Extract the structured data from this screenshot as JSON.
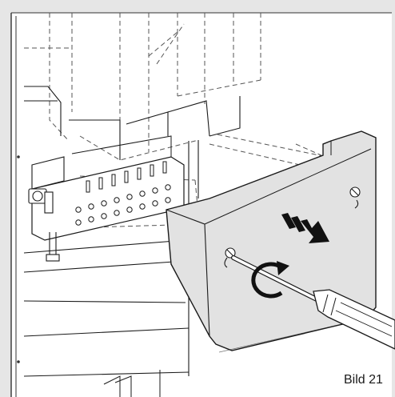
{
  "figure": {
    "caption": "Bild 21"
  },
  "colors": {
    "frame": "#e6e6e6",
    "cover": "#e2e2e2",
    "line": "#1a1a1a",
    "dashed": "#555555",
    "arrow": "#111111"
  },
  "icons": {
    "direction": "triple-chevron-arrow-right",
    "rotation": "counterclockwise-rotation-arrow",
    "tool": "screwdriver",
    "fastener": "screw"
  }
}
